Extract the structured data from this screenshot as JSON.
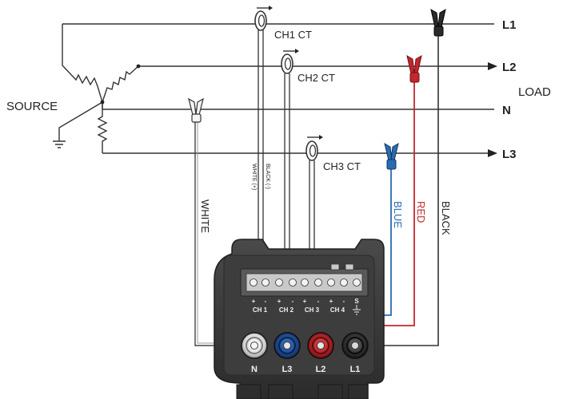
{
  "lines": {
    "l1": "L1",
    "l2": "L2",
    "n": "N",
    "l3": "L3"
  },
  "labels": {
    "source": "SOURCE",
    "load": "LOAD"
  },
  "cts": {
    "ch1": "CH1 CT",
    "ch2": "CH2 CT",
    "ch3": "CH3 CT"
  },
  "leads": {
    "white": "WHITE",
    "blue": "BLUE",
    "red": "RED",
    "black": "BLACK",
    "ct_black": "BLACK (-)",
    "ct_white": "WHITE (+)"
  },
  "terminal_block": {
    "polarity": [
      "+",
      "-",
      "+",
      "-",
      "+",
      "-",
      "+",
      "-",
      "S"
    ],
    "channels": [
      "CH 1",
      "CH 2",
      "CH 3",
      "CH 4"
    ]
  },
  "jacks": [
    "N",
    "L3",
    "L2",
    "L1"
  ],
  "colors": {
    "wire": "#333333",
    "blue_lead": "#2a6bb3",
    "red_lead": "#c2272d",
    "jack_blue": "#1f4f9c",
    "jack_red": "#c41e24",
    "jack_black": "#222222",
    "meter_body": "#3a3a3a"
  }
}
